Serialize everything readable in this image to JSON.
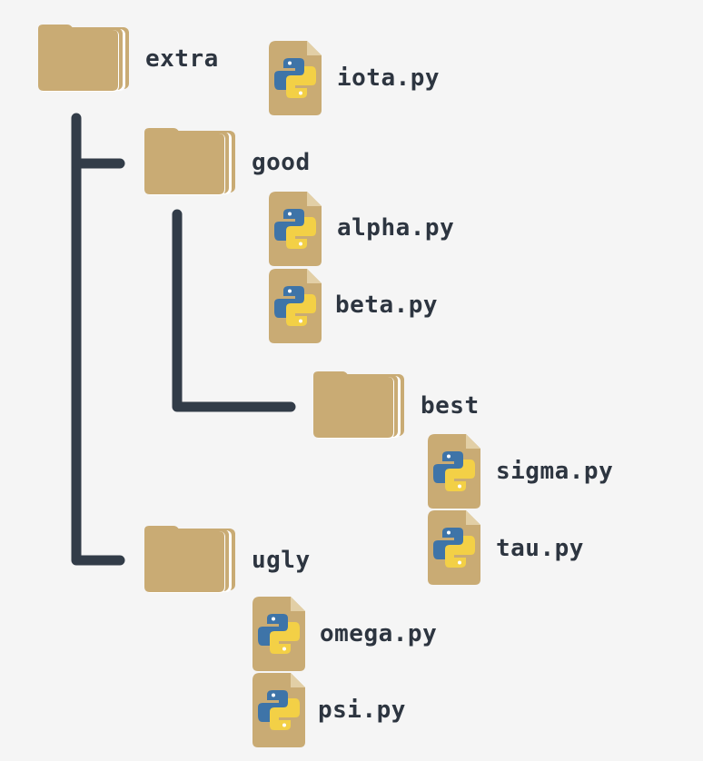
{
  "colors": {
    "background": "#f5f5f5",
    "folder": "#c9ab74",
    "connector": "#323c48",
    "label": "#2d3540",
    "python_blue": "#3e74a8",
    "python_yellow": "#f3d046"
  },
  "tree": {
    "root": {
      "name": "extra",
      "icon": "folder-icon",
      "files": [
        "iota.py"
      ],
      "children": [
        {
          "name": "good",
          "icon": "folder-icon",
          "files": [
            "alpha.py",
            "beta.py"
          ],
          "children": [
            {
              "name": "best",
              "icon": "folder-icon",
              "files": [
                "sigma.py",
                "tau.py"
              ]
            }
          ]
        },
        {
          "name": "ugly",
          "icon": "folder-icon",
          "files": [
            "omega.py",
            "psi.py"
          ]
        }
      ]
    }
  }
}
